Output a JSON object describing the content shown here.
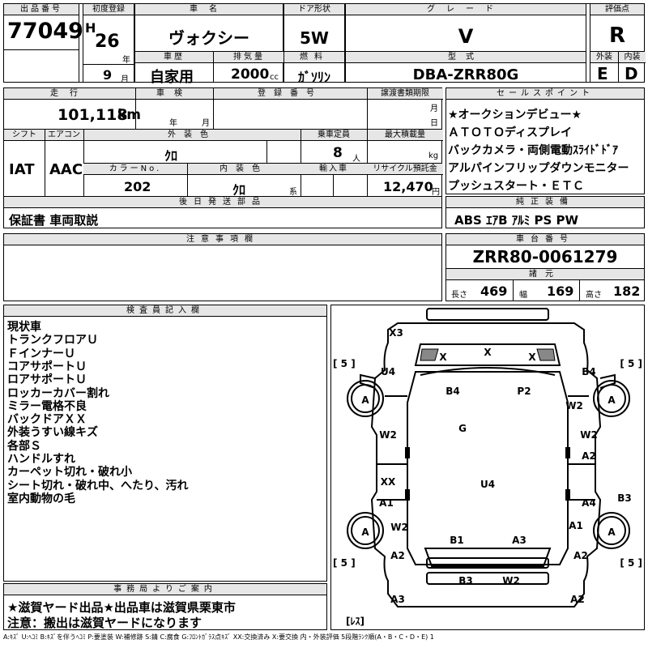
{
  "header": {
    "lot_no_label": "出品番号",
    "lot_no": "77049",
    "first_reg_label": "初度登録",
    "era": "H",
    "year": "26",
    "year_unit": "年",
    "month": "9",
    "month_unit": "月",
    "car_name_label": "車名",
    "car_name": "ヴォクシー",
    "door_label": "ドア形状",
    "door": "5W",
    "grade_label": "グレード",
    "grade": "V",
    "score_label": "評価点",
    "score": "R",
    "history_label": "車歴",
    "history": "自家用",
    "displacement_label": "排気量",
    "displacement": "2000",
    "displacement_unit": "cc",
    "fuel_label": "燃料",
    "fuel": "ｶﾞｿﾘﾝ",
    "model_label": "型式",
    "model": "DBA-ZRR80G",
    "exterior_label": "外装",
    "exterior": "E",
    "interior_label": "内装",
    "interior": "D"
  },
  "details": {
    "mileage_label": "走行",
    "mileage": "101,118",
    "mileage_unit": "km",
    "inspection_label": "車検",
    "year_unit": "年",
    "month_unit": "月",
    "reg_no_label": "登録番号",
    "transfer_label": "譲渡書類期限",
    "transfer_month": "月",
    "transfer_day": "日",
    "shift_label": "シフト",
    "shift": "IAT",
    "ac_label": "エアコン",
    "ac": "AAC",
    "ext_color_label": "外装色",
    "ext_color": "ｸﾛ",
    "capacity_label": "乗車定員",
    "capacity": "8",
    "capacity_unit": "人",
    "max_load_label": "最大積載量",
    "max_load_unit": "kg",
    "color_no_label": "カラーNo.",
    "color_no": "202",
    "int_color_label": "内装色",
    "int_color": "ｸﾛ",
    "int_color_suffix": "系",
    "import_label": "輸入車",
    "recycle_label": "リサイクル預託金",
    "recycle": "12,470",
    "recycle_unit": "円",
    "later_parts_label": "後日発送部品",
    "later_parts": "保証書 車両取説",
    "notes_label": "注意事項欄"
  },
  "sales_points": {
    "label": "セールスポイント",
    "items": [
      "★オークションデビュー★",
      "ＡＴＯＴＯディスプレイ",
      "バックカメラ・両側電動ｽﾗｲﾄﾞﾄﾞｱ",
      "アルパインフリップダウンモニター",
      "プッシュスタート・ＥＴＣ"
    ]
  },
  "equipment": {
    "label": "純正装備",
    "value": "ABS ｴｱB ｱﾙﾐ PS PW"
  },
  "chassis": {
    "label": "車台番号",
    "value": "ZRR80-0061279",
    "dims_label": "諸元",
    "length_label": "長さ",
    "length": "469",
    "width_label": "幅",
    "width": "169",
    "height_label": "高さ",
    "height": "182"
  },
  "inspector": {
    "label": "検査員記入欄",
    "items": [
      "現状車",
      "トランクフロアＵ",
      "ＦインナーＵ",
      "コアサポートＵ",
      "ロアサポートＵ",
      "ロッカーカバー割れ",
      "ミラー電格不良",
      "バックドアＸＸ",
      "外装うすい線キズ",
      "各部Ｓ",
      "ハンドルすれ",
      "カーペット切れ・破れ小",
      "シート切れ・破れ中、へたり、汚れ",
      "室内動物の毛"
    ]
  },
  "office": {
    "label": "事務局よりご案内",
    "line1": "★滋賀ヤード出品★出品車は滋賀県栗東市",
    "line2": "注意：搬出は滋賀ヤードになります"
  },
  "diagram": {
    "labels": [
      "X3",
      "X",
      "X",
      "X",
      "U4",
      "B4",
      "P2",
      "B4",
      "A",
      "A",
      "W2",
      "G",
      "W2",
      "W2",
      "A2",
      "XX",
      "U4",
      "A1",
      "A4",
      "B3",
      "A",
      "W2",
      "A1",
      "A",
      "B1",
      "A3",
      "A2",
      "A2",
      "B3",
      "W2",
      "A3",
      "A2"
    ],
    "tire_tl": "[ 5 ]",
    "tire_tr": "[ 5 ]",
    "tire_bl": "[ 5 ]",
    "tire_br": "[ 5 ]",
    "spare": "[ﾚｽ]"
  },
  "legend": "A:ｷｽﾞ U:ﾍｺﾐ B:ｷｽﾞを伴うﾍｺﾐ P:要塗装 W:補修跡 S:錆 C:腐食 G:ﾌﾛﾝﾄｶﾞﾗｽ点ｷｽﾞ XX:交換済み X:要交換 内・外装評価 5段階ﾗﾝｸ順(A・B・C・D・E) 1"
}
